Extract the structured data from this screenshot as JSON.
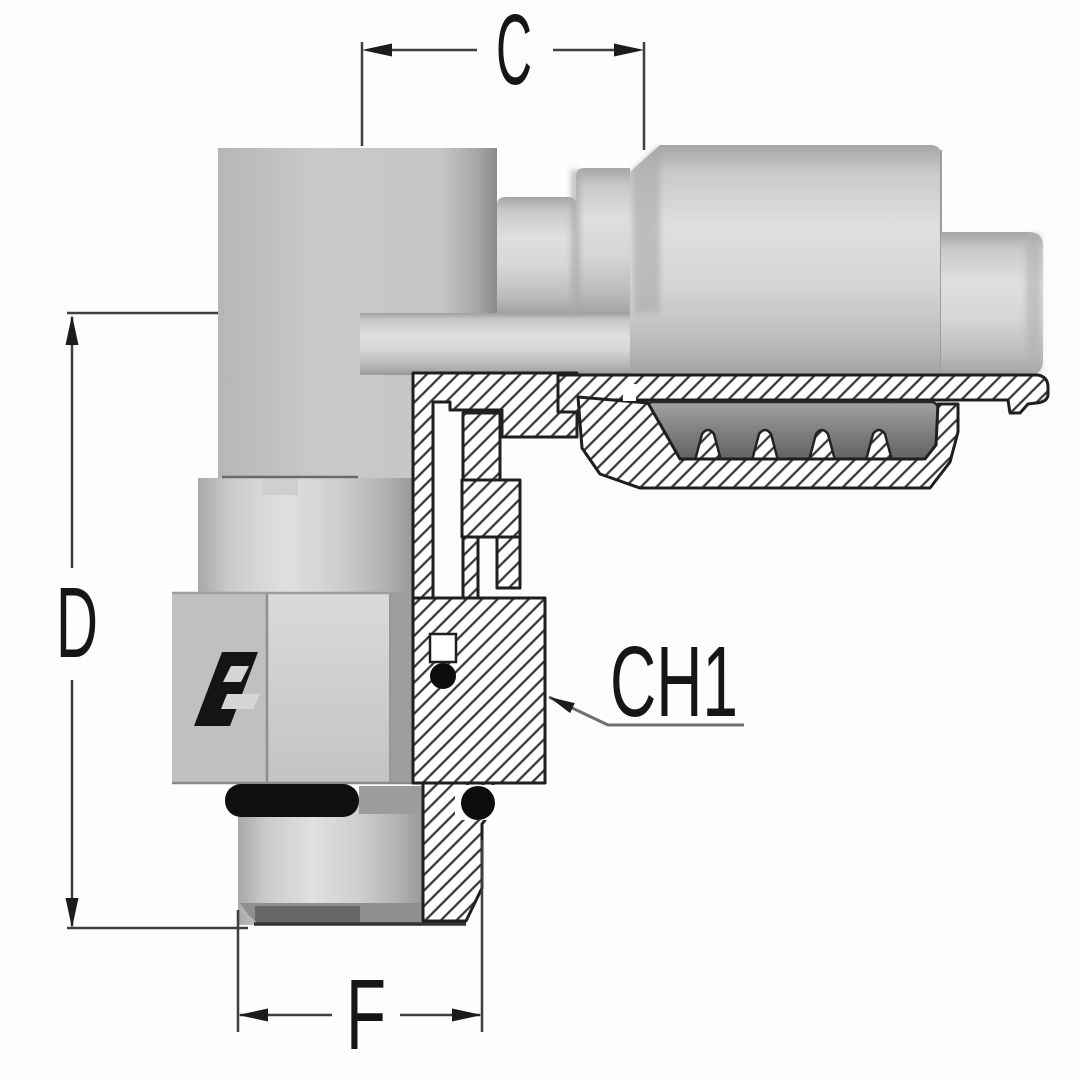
{
  "drawing": {
    "dimension_labels": {
      "top": "C",
      "left": "D",
      "bottom": "F",
      "hex_wrench": "CH1"
    },
    "colors": {
      "background": "#fdfdfd",
      "dimension_line": "#3f3f3f",
      "section_outline": "#1f1f1f",
      "text": "#161616",
      "hatch_line": "#383838",
      "metal_light": "#dedede",
      "metal_mid": "#c6c6c6",
      "metal_dark": "#8f8f8f",
      "seal_black": "#0f0f0f",
      "leader_line": "#6f6f6f"
    },
    "icons": {
      "hex_mark": "manufacturer-logo"
    }
  }
}
